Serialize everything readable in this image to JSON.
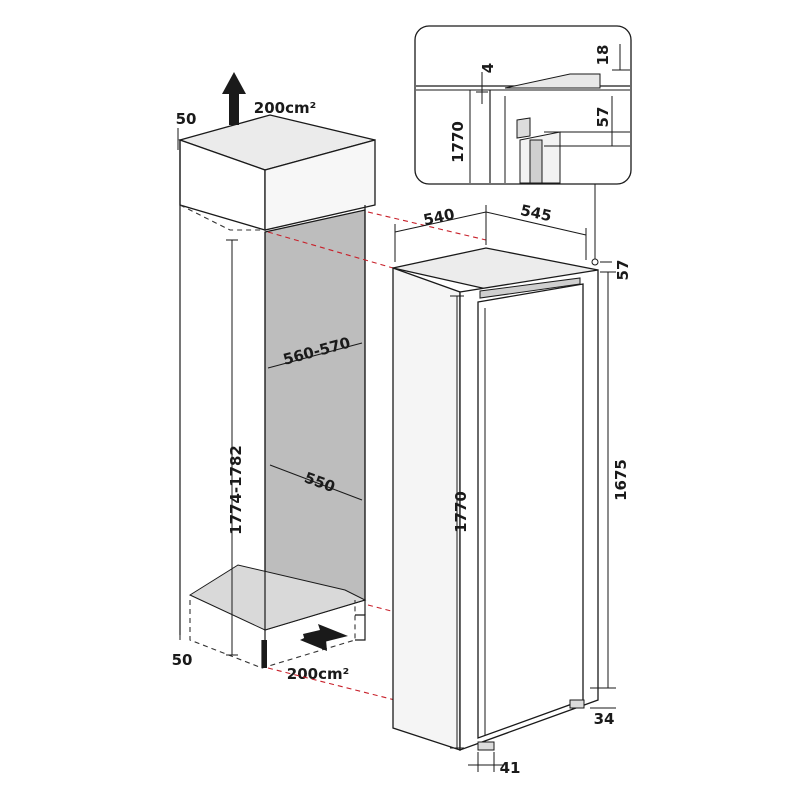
{
  "dimensions": {
    "vent_top_offset": "50",
    "vent_top_area": "200cm²",
    "vent_bottom_offset": "50",
    "vent_bottom_area": "200cm²",
    "niche_height": "1774-1782",
    "niche_width": "560-570",
    "niche_depth": "550",
    "appliance_width": "540",
    "appliance_depth": "545",
    "appliance_top_gap": "57",
    "appliance_height": "1770",
    "door_height": "1675",
    "base_offset": "34",
    "foot_depth": "41",
    "detail_gap_top": "4",
    "detail_gap_right_top": "18",
    "detail_height": "1770",
    "detail_gap_right": "57"
  },
  "colors": {
    "line": "#1a1a1a",
    "niche_fill": "#bdbdbd",
    "box_fill": "#ebebeb",
    "appliance_fill": "#f2f2f2",
    "guide_red": "#c8202a"
  },
  "icons": [
    "airflow-up-arrow-icon",
    "airflow-in-arrow-icon"
  ]
}
